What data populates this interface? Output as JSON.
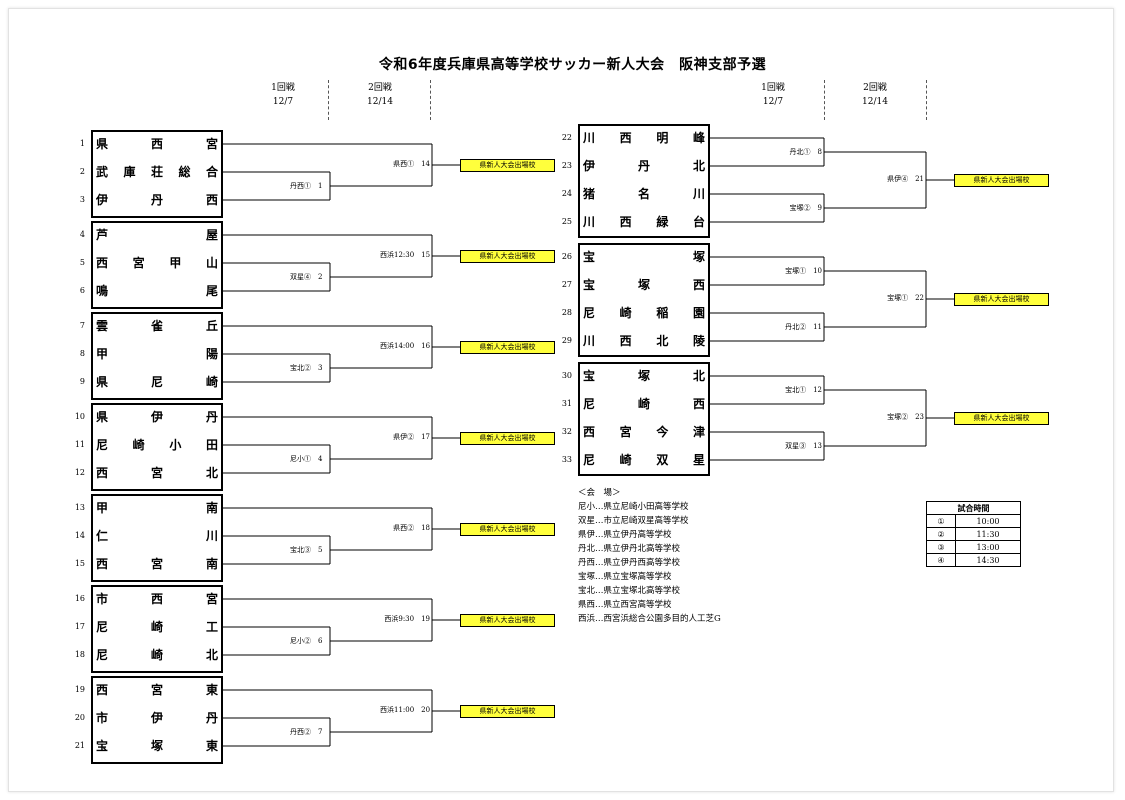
{
  "title": "令和6年度兵庫県高等学校サッカー新人大会　阪神支部予選",
  "round_headers": {
    "left": [
      {
        "round": "1回戦",
        "date": "12/7"
      },
      {
        "round": "2回戦",
        "date": "12/14"
      }
    ],
    "right": [
      {
        "round": "1回戦",
        "date": "12/7"
      },
      {
        "round": "2回戦",
        "date": "12/14"
      }
    ]
  },
  "advance_label": "県新人大会出場校",
  "left_groups": [
    {
      "teams": [
        {
          "seed": "1",
          "name": "県西宮"
        },
        {
          "seed": "2",
          "name": "武庫荘総合"
        },
        {
          "seed": "3",
          "name": "伊丹西"
        }
      ],
      "first_match": "丹西①　1",
      "second_match": "県西①　14"
    },
    {
      "teams": [
        {
          "seed": "4",
          "name": "芦屋"
        },
        {
          "seed": "5",
          "name": "西宮甲山"
        },
        {
          "seed": "6",
          "name": "鳴尾"
        }
      ],
      "first_match": "双星④　2",
      "second_match": "西浜12:30　15"
    },
    {
      "teams": [
        {
          "seed": "7",
          "name": "雲雀丘"
        },
        {
          "seed": "8",
          "name": "甲陽"
        },
        {
          "seed": "9",
          "name": "県尼崎"
        }
      ],
      "first_match": "宝北②　3",
      "second_match": "西浜14:00　16"
    },
    {
      "teams": [
        {
          "seed": "10",
          "name": "県伊丹"
        },
        {
          "seed": "11",
          "name": "尼崎小田"
        },
        {
          "seed": "12",
          "name": "西宮北"
        }
      ],
      "first_match": "尼小①　4",
      "second_match": "県伊②　17"
    },
    {
      "teams": [
        {
          "seed": "13",
          "name": "甲南"
        },
        {
          "seed": "14",
          "name": "仁川"
        },
        {
          "seed": "15",
          "name": "西宮南"
        }
      ],
      "first_match": "宝北③　5",
      "second_match": "県西②　18"
    },
    {
      "teams": [
        {
          "seed": "16",
          "name": "市西宮"
        },
        {
          "seed": "17",
          "name": "尼崎工"
        },
        {
          "seed": "18",
          "name": "尼崎北"
        }
      ],
      "first_match": "尼小②　6",
      "second_match": "西浜9:30　19"
    },
    {
      "teams": [
        {
          "seed": "19",
          "name": "西宮東"
        },
        {
          "seed": "20",
          "name": "市伊丹"
        },
        {
          "seed": "21",
          "name": "宝塚東"
        }
      ],
      "first_match": "丹西②　7",
      "second_match": "西浜11:00　20"
    }
  ],
  "right_groups": [
    {
      "teams": [
        {
          "seed": "22",
          "name": "川西明峰"
        },
        {
          "seed": "23",
          "name": "伊丹北"
        },
        {
          "seed": "24",
          "name": "猪名川"
        },
        {
          "seed": "25",
          "name": "川西緑台"
        }
      ],
      "first_matches": [
        "丹北①　8",
        "宝塚②　9"
      ],
      "second_match": "県伊④　21"
    },
    {
      "teams": [
        {
          "seed": "26",
          "name": "宝塚"
        },
        {
          "seed": "27",
          "name": "宝塚西"
        },
        {
          "seed": "28",
          "name": "尼崎稲園"
        },
        {
          "seed": "29",
          "name": "川西北陵"
        }
      ],
      "first_matches": [
        "宝塚①　10",
        "丹北②　11"
      ],
      "second_match": "宝塚①　22"
    },
    {
      "teams": [
        {
          "seed": "30",
          "name": "宝塚北"
        },
        {
          "seed": "31",
          "name": "尼崎西"
        },
        {
          "seed": "32",
          "name": "西宮今津"
        },
        {
          "seed": "33",
          "name": "尼崎双星"
        }
      ],
      "first_matches": [
        "宝北①　12",
        "双星③　13"
      ],
      "second_match": "宝塚②　23"
    }
  ],
  "venues": {
    "heading": "＜会　場＞",
    "items": [
      "尼小…県立尼崎小田高等学校",
      "双星…市立尼崎双星高等学校",
      "県伊…県立伊丹高等学校",
      "丹北…県立伊丹北高等学校",
      "丹西…県立伊丹西高等学校",
      "宝塚…県立宝塚高等学校",
      "宝北…県立宝塚北高等学校",
      "県西…県立西宮高等学校",
      "西浜…西宮浜総合公園多目的人工芝G"
    ]
  },
  "match_times": {
    "heading": "試合時間",
    "rows": [
      {
        "slot": "①",
        "time": "10:00"
      },
      {
        "slot": "②",
        "time": "11:30"
      },
      {
        "slot": "③",
        "time": "13:00"
      },
      {
        "slot": "④",
        "time": "14:30"
      }
    ]
  }
}
